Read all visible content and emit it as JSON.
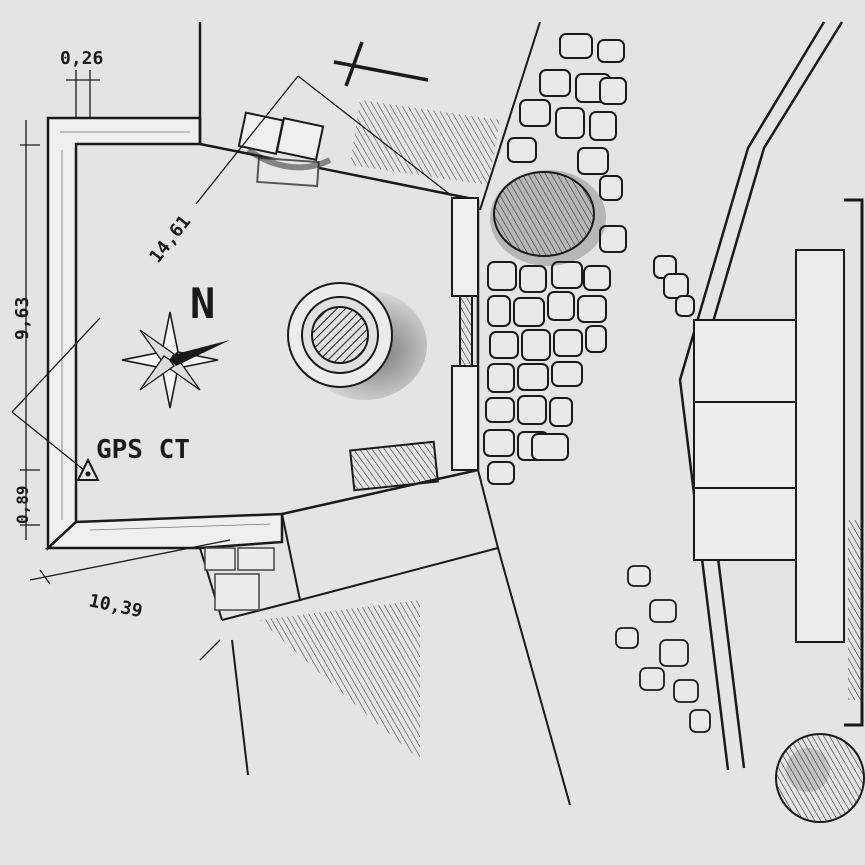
{
  "plan": {
    "north_label": "N",
    "gps_label": "GPS CT",
    "dimensions": {
      "top_offset": "0,26",
      "diagonal": "14,61",
      "left_height": "9,63",
      "left_small": "0,89",
      "bottom_width": "10,39"
    }
  },
  "colors": {
    "background": "#e4e4e4",
    "ink": "#1a1a1a",
    "wall_fill": "#efefef",
    "stone_fill": "#e9e9e9",
    "foliage": "#2b2b2b"
  }
}
